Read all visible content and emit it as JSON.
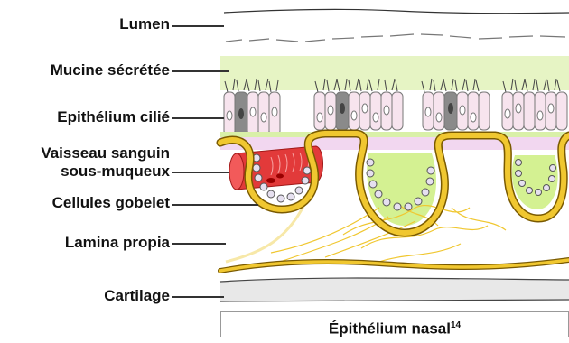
{
  "labels": {
    "lumen": "Lumen",
    "mucus": "Mucine sécrétée",
    "ciliated_epithelium": "Epithélium cilié",
    "vessel_line1": "Vaisseau sanguin",
    "vessel_line2": "sous-muqueux",
    "goblet_cells": "Cellules gobelet",
    "lamina_propria": "Lamina propia",
    "cartilage": "Cartilage"
  },
  "caption": {
    "title": "Épithélium nasal",
    "reference": "14"
  },
  "colors": {
    "mucus": "#e6f4c4",
    "cell_fill": "#f7e4ee",
    "goblet_cell": "#8a8a8a",
    "vessel": "#e23a3a",
    "basement_membrane": "#f0c730",
    "gland_fill": "#b7e84a",
    "cartilage": "#e8e8e8"
  }
}
